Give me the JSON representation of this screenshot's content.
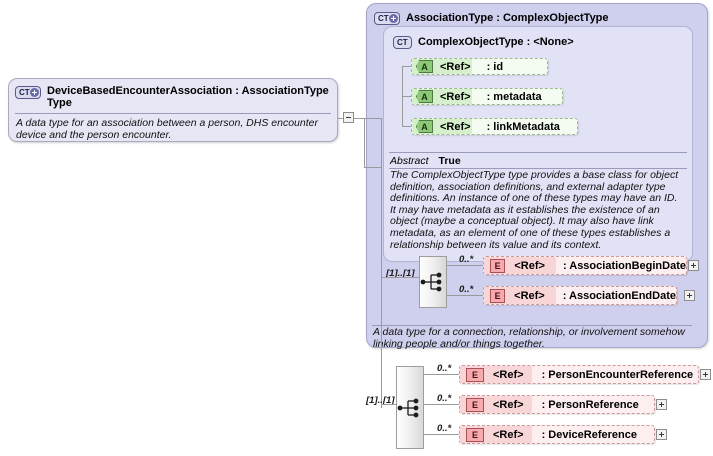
{
  "diagram": {
    "type": "xsd-schema-diagram",
    "background": "#ffffff"
  },
  "root_type": {
    "badge": "CT",
    "badge_icon": "complextype-expand-icon",
    "title_line1": "DeviceBasedEncounterAssociation : AssociationType",
    "title_line2": "Type",
    "description": "A data type for an association between a person, DHS encounter device and the person encounter.",
    "toggle": "minus"
  },
  "association_type": {
    "badge": "CT",
    "badge_icon": "complextype-expand-icon",
    "title": "AssociationType : ComplexObjectType",
    "description": "A data type for a connection, relationship, or involvement somehow linking people and/or things together."
  },
  "complex_object_type": {
    "badge": "CT",
    "title": "ComplexObjectType : <None>",
    "attributes": [
      {
        "badge": "A",
        "ref": "<Ref>",
        "name": ": id"
      },
      {
        "badge": "A",
        "ref": "<Ref>",
        "name": ": metadata"
      },
      {
        "badge": "A",
        "ref": "<Ref>",
        "name": ": linkMetadata"
      }
    ],
    "abstract_label": "Abstract",
    "abstract_value": "True",
    "description": "The ComplexObjectType type provides a base class for object definition, association definitions, and external adapter type definitions. An instance of one of these types may have an ID. It may have metadata as it establishes the existence of an object (maybe a conceptual object). It may also have link metadata, as an element of one of these types establishes a relationship between its value and its context."
  },
  "association_sequence": {
    "connector": "sequence-icon",
    "cardinality": "[1]..[1]",
    "elements": [
      {
        "badge": "E",
        "ref": "<Ref>",
        "name": ": AssociationBeginDate",
        "occurrence": "0..*",
        "toggle": "plus"
      },
      {
        "badge": "E",
        "ref": "<Ref>",
        "name": ": AssociationEndDate",
        "occurrence": "0..*",
        "toggle": "plus"
      }
    ]
  },
  "root_sequence": {
    "connector": "sequence-icon",
    "cardinality": "[1]..[1]",
    "elements": [
      {
        "badge": "E",
        "ref": "<Ref>",
        "name": ": PersonEncounterReference",
        "occurrence": "0..*",
        "toggle": "plus"
      },
      {
        "badge": "E",
        "ref": "<Ref>",
        "name": ": PersonReference",
        "occurrence": "0..*",
        "toggle": "plus"
      },
      {
        "badge": "E",
        "ref": "<Ref>",
        "name": ": DeviceReference",
        "occurrence": "0..*",
        "toggle": "plus"
      }
    ]
  },
  "colors": {
    "panel_outer": "#cfcfee",
    "panel_inner": "#e2e2f6",
    "root_box": "#e6e6f5",
    "attribute_row": "#f4fbf1",
    "attribute_tint": "#d6efcc",
    "element_row": "#fdeff0",
    "element_tint": "#f8d5d7",
    "badge_attribute": "#8cc878",
    "badge_element": "#f5aaae",
    "connector_line": "#9a9a9a"
  }
}
